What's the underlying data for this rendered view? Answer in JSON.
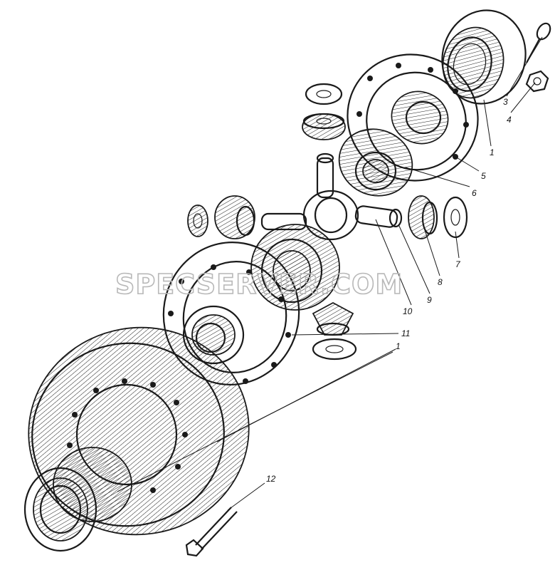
{
  "watermark": "SPECSERVER.COM",
  "callouts": [
    {
      "id": "c1a",
      "text": "1"
    },
    {
      "id": "c1b",
      "text": "1"
    },
    {
      "id": "c3",
      "text": "3"
    },
    {
      "id": "c4",
      "text": "4"
    },
    {
      "id": "c5",
      "text": "5"
    },
    {
      "id": "c6",
      "text": "6"
    },
    {
      "id": "c7",
      "text": "7"
    },
    {
      "id": "c8",
      "text": "8"
    },
    {
      "id": "c9",
      "text": "9"
    },
    {
      "id": "c10",
      "text": "10"
    },
    {
      "id": "c11",
      "text": "11"
    },
    {
      "id": "c12",
      "text": "12"
    }
  ]
}
